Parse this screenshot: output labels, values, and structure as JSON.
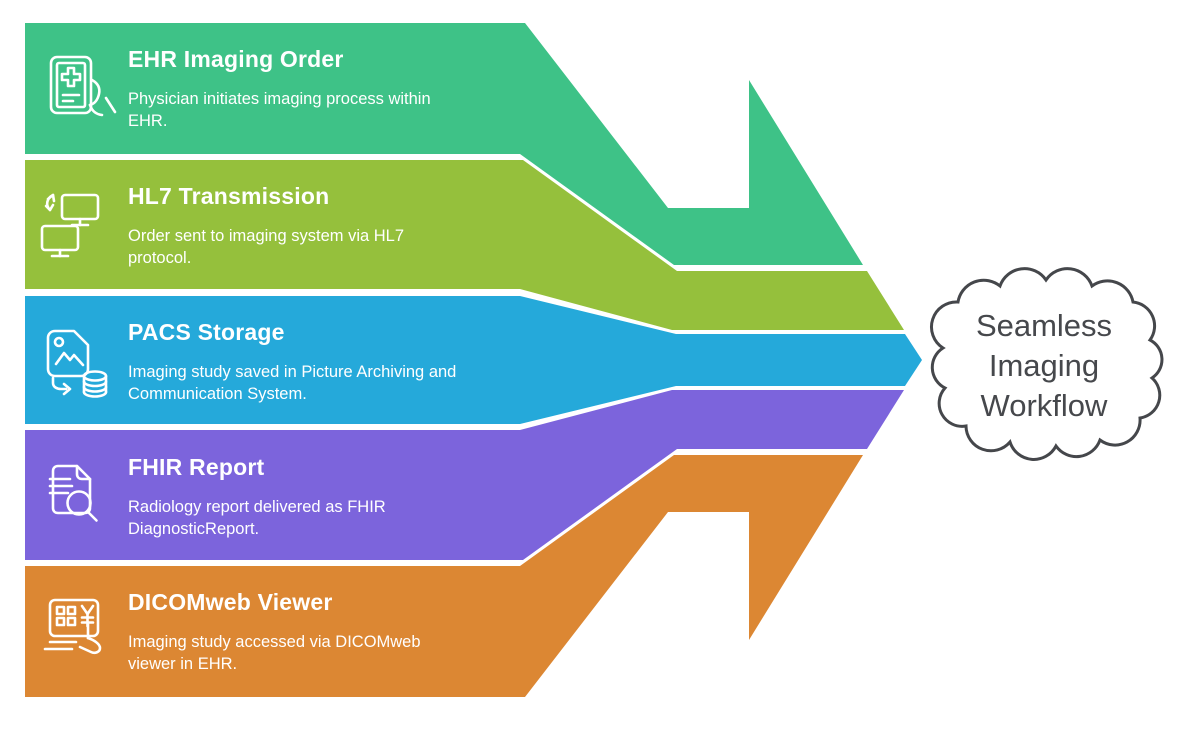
{
  "bands": [
    {
      "title": "EHR Imaging Order",
      "desc_lines": [
        "Physician initiates imaging process within",
        "EHR."
      ],
      "color": "#3ec287",
      "icon": "tablet-medical-order-icon"
    },
    {
      "title": "HL7 Transmission",
      "desc_lines": [
        "Order sent to imaging system via HL7",
        "protocol."
      ],
      "color": "#95c03c",
      "icon": "monitors-sync-icon"
    },
    {
      "title": "PACS Storage",
      "desc_lines": [
        "Imaging study saved in Picture Archiving and",
        "Communication System."
      ],
      "color": "#25a9da",
      "icon": "image-to-database-icon"
    },
    {
      "title": "FHIR Report",
      "desc_lines": [
        "Radiology report delivered as FHIR",
        "DiagnosticReport."
      ],
      "color": "#7c64dc",
      "icon": "document-search-icon"
    },
    {
      "title": "DICOMweb Viewer",
      "desc_lines": [
        "Imaging study accessed via DICOMweb",
        "viewer in EHR."
      ],
      "color": "#dc8733",
      "icon": "screen-tap-icon"
    }
  ],
  "cloud": {
    "lines": [
      "Seamless",
      "Imaging",
      "Workflow"
    ],
    "border_color": "#45474b",
    "text_color": "#46484c"
  },
  "band_text_color": "#ffffff"
}
